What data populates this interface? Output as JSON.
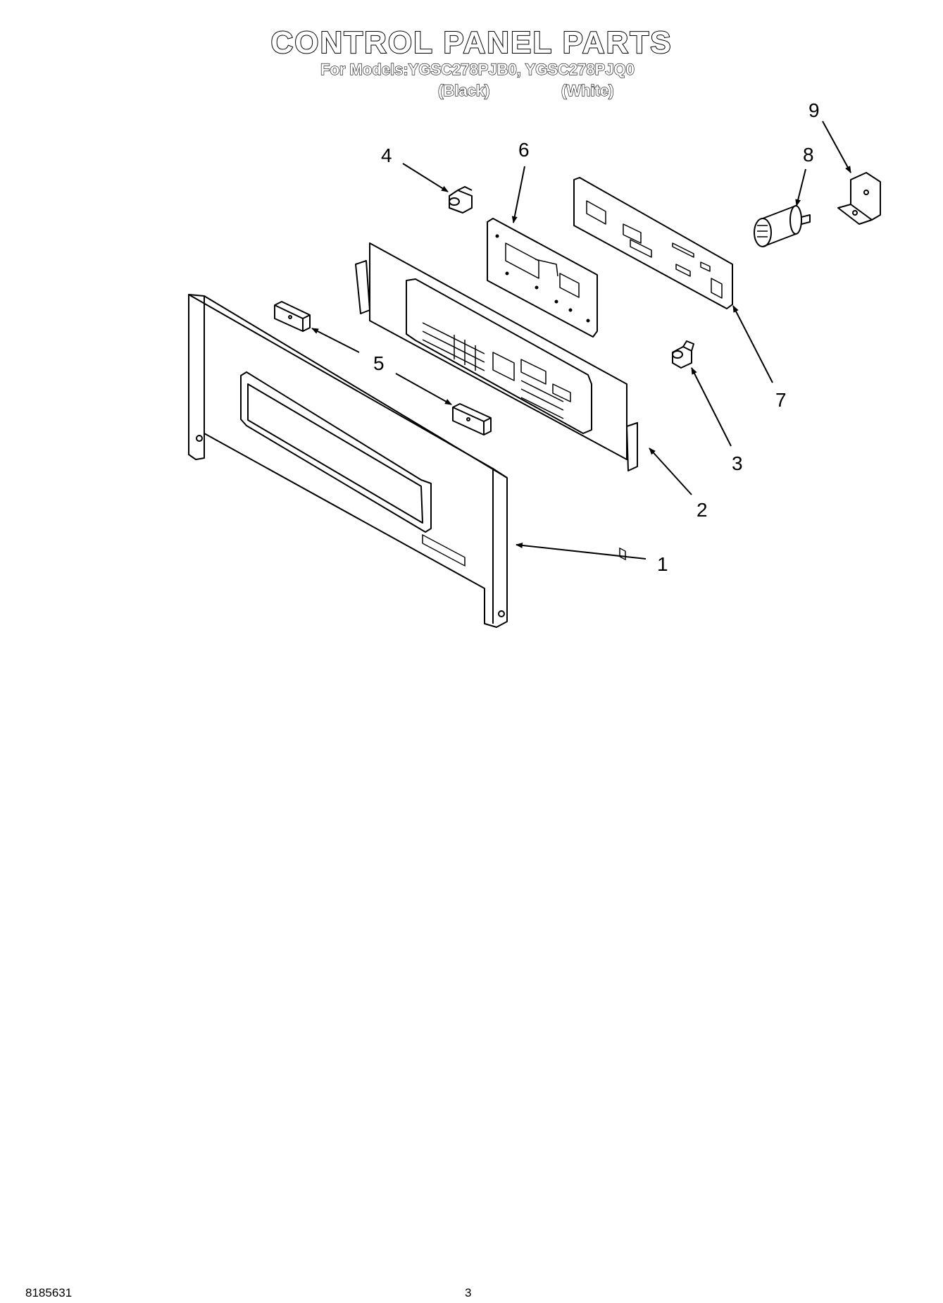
{
  "header": {
    "title": "CONTROL PANEL PARTS",
    "models_line": "For Models:YGSC278PJB0, YGSC278PJQ0",
    "variant_black": "(Black)",
    "variant_white": "(White)"
  },
  "callouts": {
    "c1": "1",
    "c2": "2",
    "c3": "3",
    "c4": "4",
    "c5": "5",
    "c6": "6",
    "c7": "7",
    "c8": "8",
    "c9": "9"
  },
  "footer": {
    "doc_number": "8185631",
    "page_number": "3"
  }
}
